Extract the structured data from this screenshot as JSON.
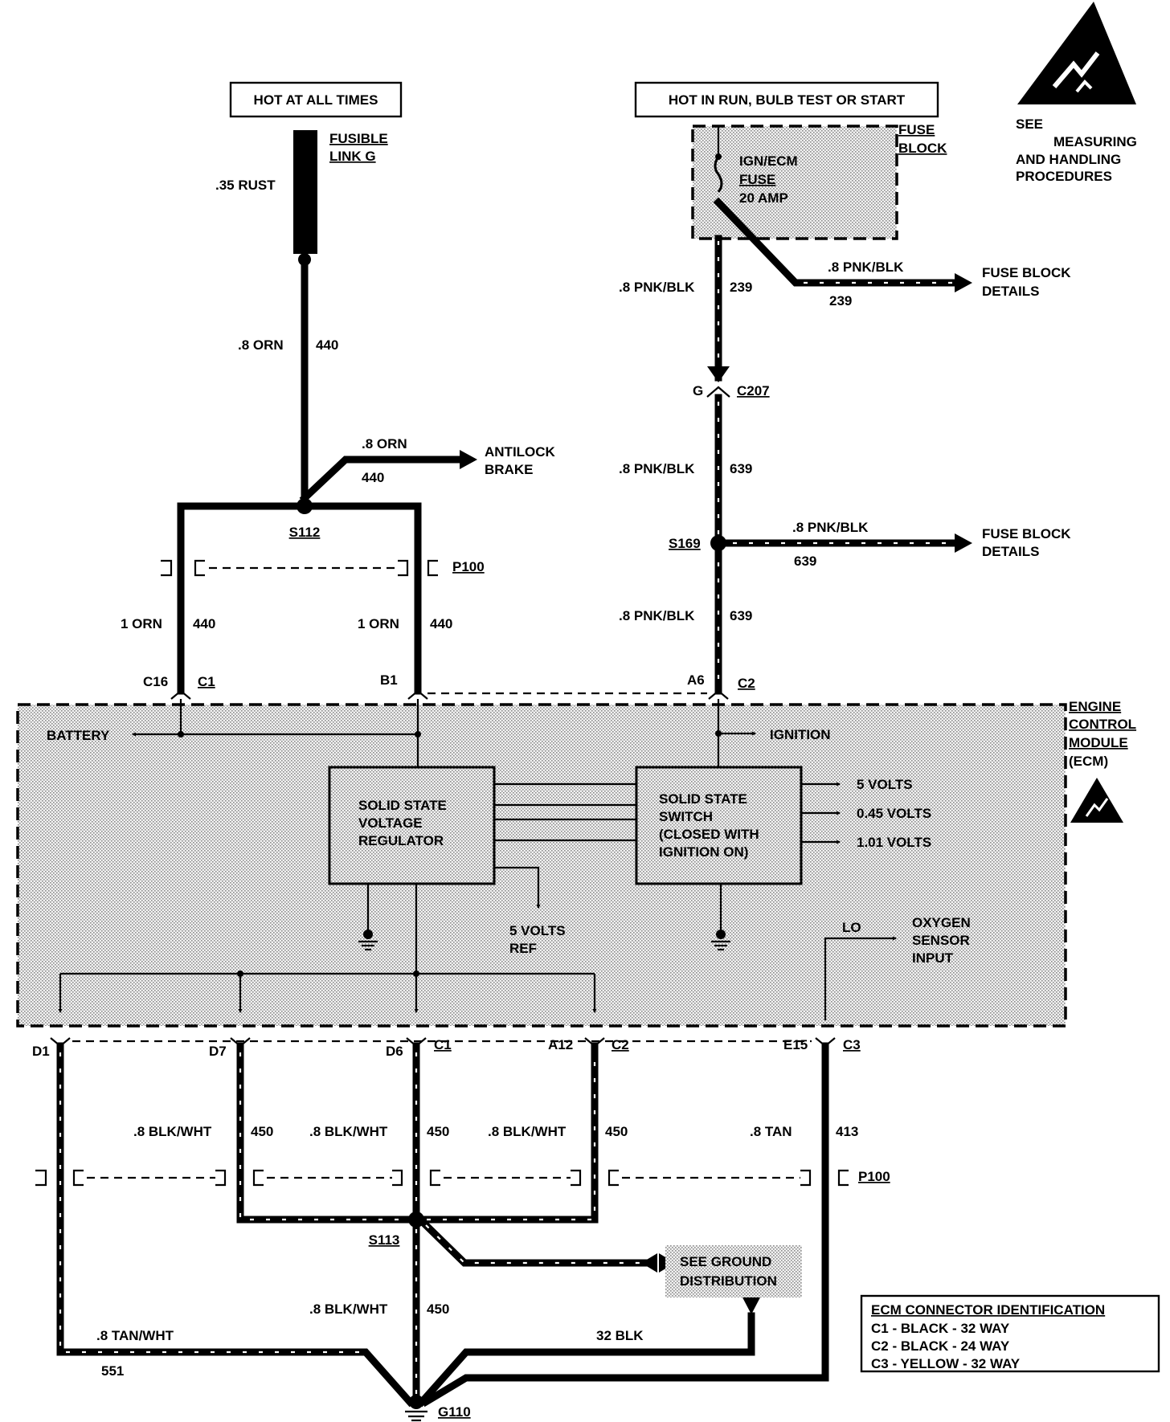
{
  "labels": {
    "hot_all_times": "HOT AT ALL TIMES",
    "hot_in_run": "HOT IN RUN, BULB TEST OR START",
    "see": "SEE",
    "measuring": "MEASURING",
    "and_handling": "AND HANDLING",
    "procedures": "PROCEDURES",
    "fuse_block_l1": "FUSE",
    "fuse_block_l2": "BLOCK",
    "fusible_l1": "FUSIBLE",
    "fusible_l2": "LINK G",
    "rust_wire": ".35 RUST",
    "ign_fuse_l1": "IGN/ECM",
    "ign_fuse_l2": "FUSE",
    "ign_fuse_l3": "20 AMP",
    "orn_8": ".8 ORN",
    "c440": "440",
    "pnk_blk": ".8 PNK/BLK",
    "c239": "239",
    "c639": "639",
    "fuse_block_details_l1": "FUSE BLOCK",
    "fuse_block_details_l2": "DETAILS",
    "g": "G",
    "c207": "C207",
    "antilock_l1": "ANTILOCK",
    "antilock_l2": "BRAKE",
    "s112": "S112",
    "s169": "S169",
    "p100": "P100",
    "orn_1": "1 ORN",
    "c16": "C16",
    "c1": "C1",
    "b1": "B1",
    "a6": "A6",
    "c2": "C2",
    "c3": "C3",
    "ecm_l1": "ENGINE",
    "ecm_l2": "CONTROL",
    "ecm_l3": "MODULE",
    "ecm_l4": "(ECM)",
    "battery": "BATTERY",
    "ignition": "IGNITION",
    "vreg_l1": "SOLID STATE",
    "vreg_l2": "VOLTAGE",
    "vreg_l3": "REGULATOR",
    "sw_l1": "SOLID STATE",
    "sw_l2": "SWITCH",
    "sw_l3": "(CLOSED WITH",
    "sw_l4": "IGNITION ON)",
    "v5": "5 VOLTS",
    "v045": "0.45 VOLTS",
    "v101": "1.01 VOLTS",
    "ref_l1": "5 VOLTS",
    "ref_l2": "REF",
    "lo": "LO",
    "o2_l1": "OXYGEN",
    "o2_l2": "SENSOR",
    "o2_l3": "INPUT",
    "d1": "D1",
    "d7": "D7",
    "d6": "D6",
    "a12": "A12",
    "e15": "E15",
    "blk_wht": ".8 BLK/WHT",
    "c450": "450",
    "tan": ".8 TAN",
    "c413": "413",
    "s113": "S113",
    "ground_l1": "SEE GROUND",
    "ground_l2": "DISTRIBUTION",
    "tan_wht": ".8 TAN/WHT",
    "c551": "551",
    "blk_32": "32 BLK",
    "g110": "G110",
    "conn_title": "ECM CONNECTOR IDENTIFICATION",
    "conn_c1": "C1 - BLACK - 32 WAY",
    "conn_c2": "C2 - BLACK - 24 WAY",
    "conn_c3": "C3 - YELLOW - 32 WAY"
  },
  "icons": {
    "esd_warning": "esd-warning-icon",
    "ground": "ground-icon",
    "fuse": "fuse-icon"
  }
}
